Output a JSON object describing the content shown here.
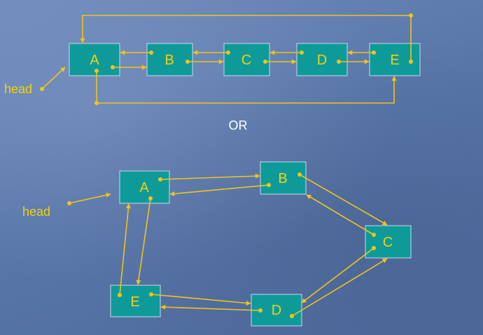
{
  "diagram_top": {
    "nodes": [
      {
        "id": "A",
        "label": "A"
      },
      {
        "id": "B",
        "label": "B"
      },
      {
        "id": "C",
        "label": "C"
      },
      {
        "id": "D",
        "label": "D"
      },
      {
        "id": "E",
        "label": "E"
      }
    ],
    "head_label": "head"
  },
  "separator": {
    "label": "OR"
  },
  "diagram_bottom": {
    "nodes": [
      {
        "id": "A",
        "label": "A"
      },
      {
        "id": "B",
        "label": "B"
      },
      {
        "id": "C",
        "label": "C"
      },
      {
        "id": "D",
        "label": "D"
      },
      {
        "id": "E",
        "label": "E"
      }
    ],
    "head_label": "head"
  },
  "colors": {
    "node_fill": "#0f9a9a",
    "link": "#f0c419",
    "label": "#f2d20a"
  }
}
